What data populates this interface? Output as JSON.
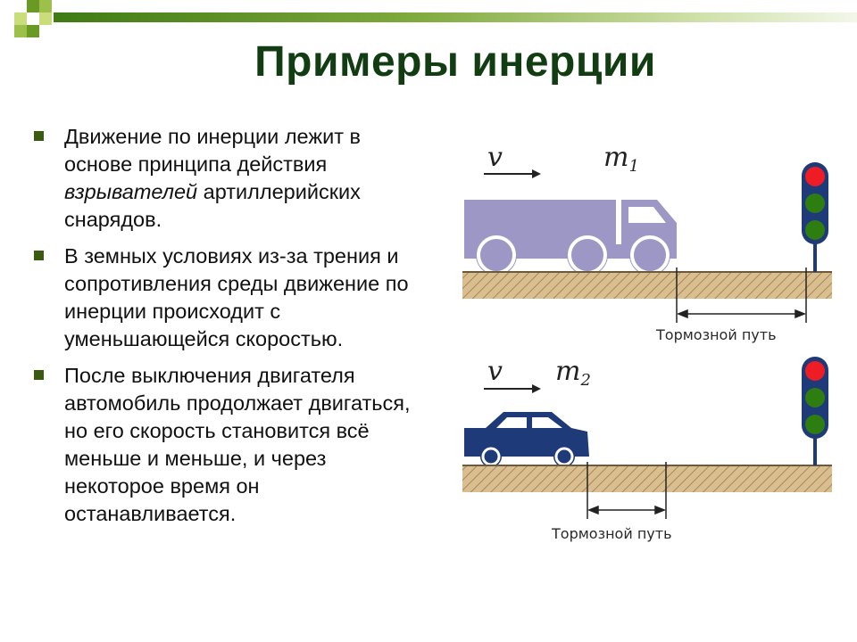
{
  "title": "Примеры инерции",
  "bullets": [
    {
      "before": "Движение по инерции лежит в основе принципа действия ",
      "emphasis": "взрывателей",
      "after": " артиллерийских снарядов."
    },
    {
      "before": "В земных условиях из-за трения и сопротивления среды движение по инерции происходит с уменьшающейся скоростью.",
      "emphasis": "",
      "after": ""
    },
    {
      "before": "После выключения двигателя автомобиль продолжает двигаться, но его скорость становится всё меньше и меньше, и через некоторое время он останавливается.",
      "emphasis": "",
      "after": ""
    }
  ],
  "figure": {
    "truck_panel": {
      "velocity": "v",
      "mass": "m",
      "mass_sub": "1",
      "braking_label": "Тормозной путь"
    },
    "car_panel": {
      "velocity": "v",
      "mass": "m",
      "mass_sub": "2",
      "braking_label": "Тормозной путь"
    }
  },
  "colors": {
    "title": "#123d12",
    "truck": "#9c97c4",
    "car": "#1f3a78",
    "ground": "#d9bf8f",
    "light_red": "#ee1c24",
    "light_green": "#2e7d10"
  }
}
